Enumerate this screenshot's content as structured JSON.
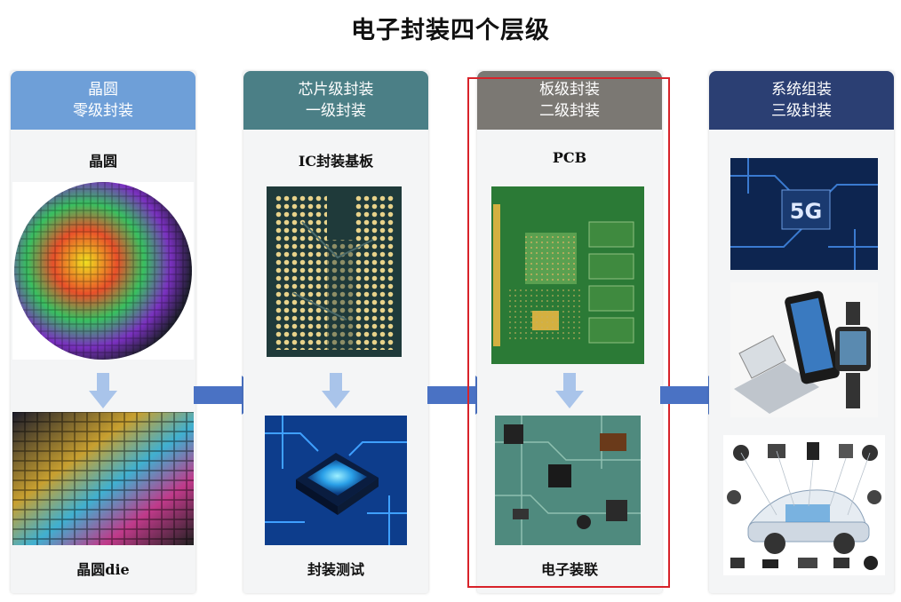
{
  "title": "电子封装四个层级",
  "columns": [
    {
      "head_line1": "晶圆",
      "head_line2": "零级封装",
      "top_label": "晶圆",
      "bottom_label": "晶圆die",
      "color": "#6e9fd8"
    },
    {
      "head_line1": "芯片级封装",
      "head_line2": "一级封装",
      "top_label": "IC封装基板",
      "bottom_label": "封装测试",
      "color": "#4b7f86"
    },
    {
      "head_line1": "板级封装",
      "head_line2": "二级封装",
      "top_label": "PCB",
      "bottom_label": "电子装联",
      "color": "#7b7873"
    },
    {
      "head_line1": "系统组装",
      "head_line2": "三级封装",
      "color": "#2b3f73"
    }
  ],
  "images": {
    "col1": [
      "wafer-photo",
      "wafer-die-photo"
    ],
    "col2": [
      "ic-substrate-photo",
      "chip-package-photo"
    ],
    "col3": [
      "pcb-photo",
      "pcba-photo"
    ],
    "col4": [
      "5g-board-photo",
      "mobile-devices-photo",
      "automotive-electronics-photo"
    ]
  },
  "highlight_color": "#d8232a",
  "arrow_color": "#4a72c4"
}
